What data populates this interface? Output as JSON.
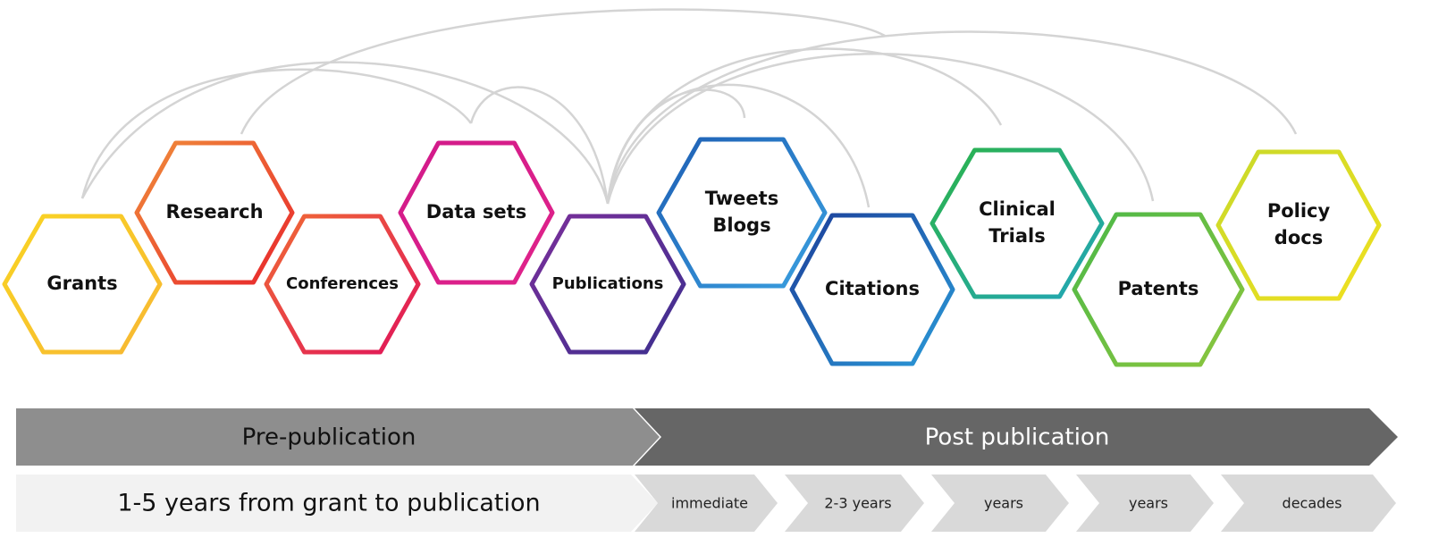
{
  "colors": {
    "arc": "#d4d4d4",
    "pre_band": "#8e8e8e",
    "post_band": "#666666",
    "range_band": "#f2f2f2",
    "time_band": "#d9d9d9"
  },
  "stages": [
    {
      "id": "grants",
      "lines": [
        "Grants"
      ],
      "grad": [
        "#f9d423",
        "#f7b733"
      ]
    },
    {
      "id": "research",
      "lines": [
        "Research"
      ],
      "grad": [
        "#f08c3a",
        "#e8262c"
      ]
    },
    {
      "id": "conferences",
      "lines": [
        "Conferences"
      ],
      "grad": [
        "#f06a35",
        "#e0145a"
      ]
    },
    {
      "id": "data-sets",
      "lines": [
        "Data sets"
      ],
      "grad": [
        "#d11a8a",
        "#e0238a"
      ]
    },
    {
      "id": "publications",
      "lines": [
        "Publications"
      ],
      "grad": [
        "#7a2f9a",
        "#3d2f8f"
      ]
    },
    {
      "id": "tweets-blogs",
      "lines": [
        "Tweets",
        "Blogs"
      ],
      "grad": [
        "#1e5fb4",
        "#3aa0e0"
      ]
    },
    {
      "id": "citations",
      "lines": [
        "Citations"
      ],
      "grad": [
        "#1c3f9a",
        "#2a9ad8"
      ]
    },
    {
      "id": "clinical-trials",
      "lines": [
        "Clinical",
        "Trials"
      ],
      "grad": [
        "#2bb34a",
        "#22a6b8"
      ]
    },
    {
      "id": "patents",
      "lines": [
        "Patents"
      ],
      "grad": [
        "#4cb848",
        "#8cc63e"
      ]
    },
    {
      "id": "policy-docs",
      "lines": [
        "Policy",
        "docs"
      ],
      "grad": [
        "#c8d92a",
        "#f0e020"
      ]
    }
  ],
  "phases": {
    "pre": "Pre-publication",
    "post": "Post publication"
  },
  "range_text": "1-5 years from grant to publication",
  "timescales": [
    "immediate",
    "2-3 years",
    "years",
    "years",
    "decades"
  ]
}
